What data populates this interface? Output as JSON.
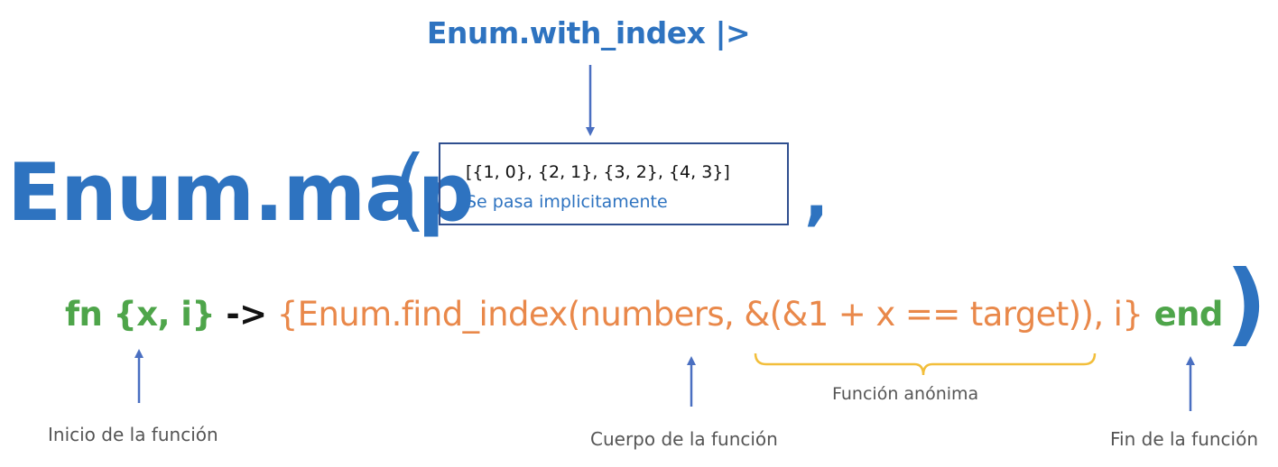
{
  "colors": {
    "blue": "#2e73c0",
    "green": "#4ea54a",
    "orange": "#e9884a",
    "black": "#111111",
    "gray": "#555555",
    "arrow": "#4a6fc1",
    "brace": "#f2be3a",
    "box_border": "#2f4f8f"
  },
  "header": {
    "pipe_label": "Enum.with_index |>"
  },
  "main_call": {
    "function_name": "Enum.map",
    "open_paren": "(",
    "comma": ",",
    "close_paren": ")"
  },
  "argument_box": {
    "value": "[{1, 0}, {2, 1}, {3, 2}, {4, 3}]",
    "note": "Se pasa implicitamente"
  },
  "code": {
    "fn_keyword": "fn",
    "params": " {x, i}",
    "arrow": " ->",
    "body_start": " {Enum.find_index(numbers, ",
    "anon_fn": "&(&1 + x == target))",
    "body_end": ", i}",
    "end_keyword": " end"
  },
  "annotations": {
    "anonymous_function": "Función anónima",
    "function_start": "Inicio de la función",
    "function_body": "Cuerpo de la función",
    "function_end": "Fin de la función"
  }
}
